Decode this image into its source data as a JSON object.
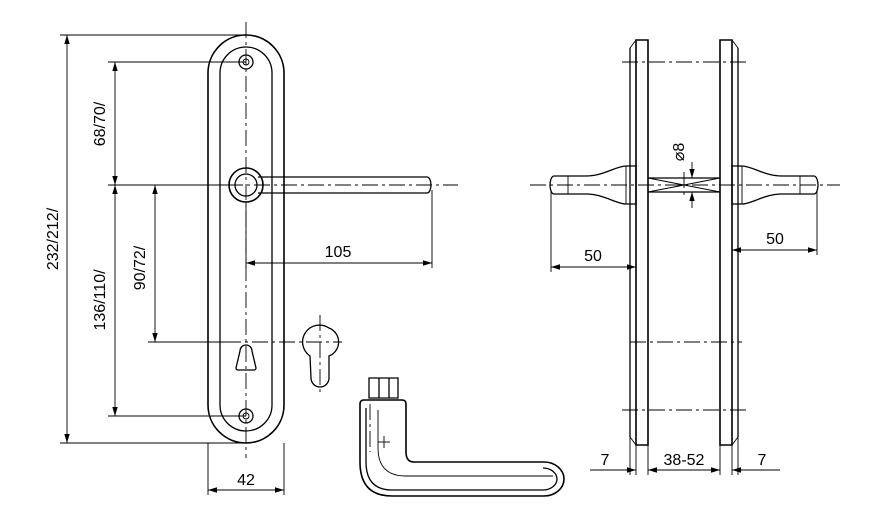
{
  "dimensions": {
    "overall_height": "232/212/",
    "top_to_handle": "68/70/",
    "handle_to_bottom": "136/110/",
    "handle_to_keyhole": "90/72/",
    "lever_length": "105",
    "plate_width": "42",
    "lever_projection_left": "50",
    "lever_projection_right": "50",
    "spindle": "⌀8",
    "plate_thickness_left": "7",
    "door_thickness": "38-52",
    "plate_thickness_right": "7"
  },
  "colors": {
    "line": "#000000",
    "background": "#ffffff"
  }
}
